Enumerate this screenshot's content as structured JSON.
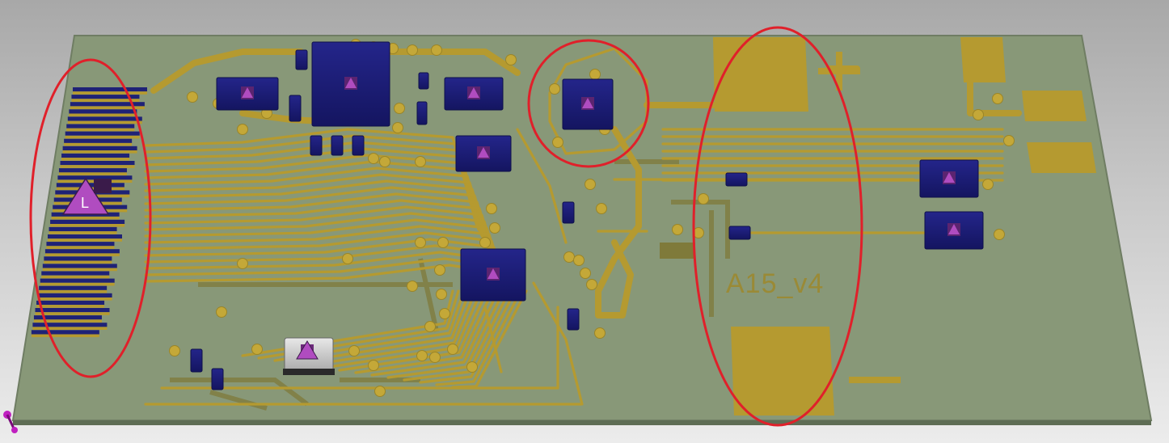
{
  "board": {
    "silkscreen_label": "A15_v4",
    "plus_mark": "+",
    "minus_mark": "–",
    "component_logo_letter": "L"
  },
  "colors": {
    "background_top": "#a8a8a8",
    "background_bottom": "#ececec",
    "board_substrate": "#889878",
    "board_edge": "#6f7d63",
    "copper": "#b59a30",
    "copper_dark": "#8a7628",
    "component_body": "#1e1f7a",
    "component_top": "#151566",
    "logo_magenta": "#b04cc0",
    "logo_dark": "#3a1b4a",
    "highlight_ellipse": "#e0202a",
    "silkscreen_text": "#9a8a36",
    "origin_marker": "#c020c0"
  },
  "annotations": [
    {
      "name": "highlight-edge-connector",
      "description_word": "ellipse"
    },
    {
      "name": "highlight-crystal",
      "description_word": "ellipse"
    },
    {
      "name": "highlight-power-pads",
      "description_word": "ellipse"
    }
  ]
}
